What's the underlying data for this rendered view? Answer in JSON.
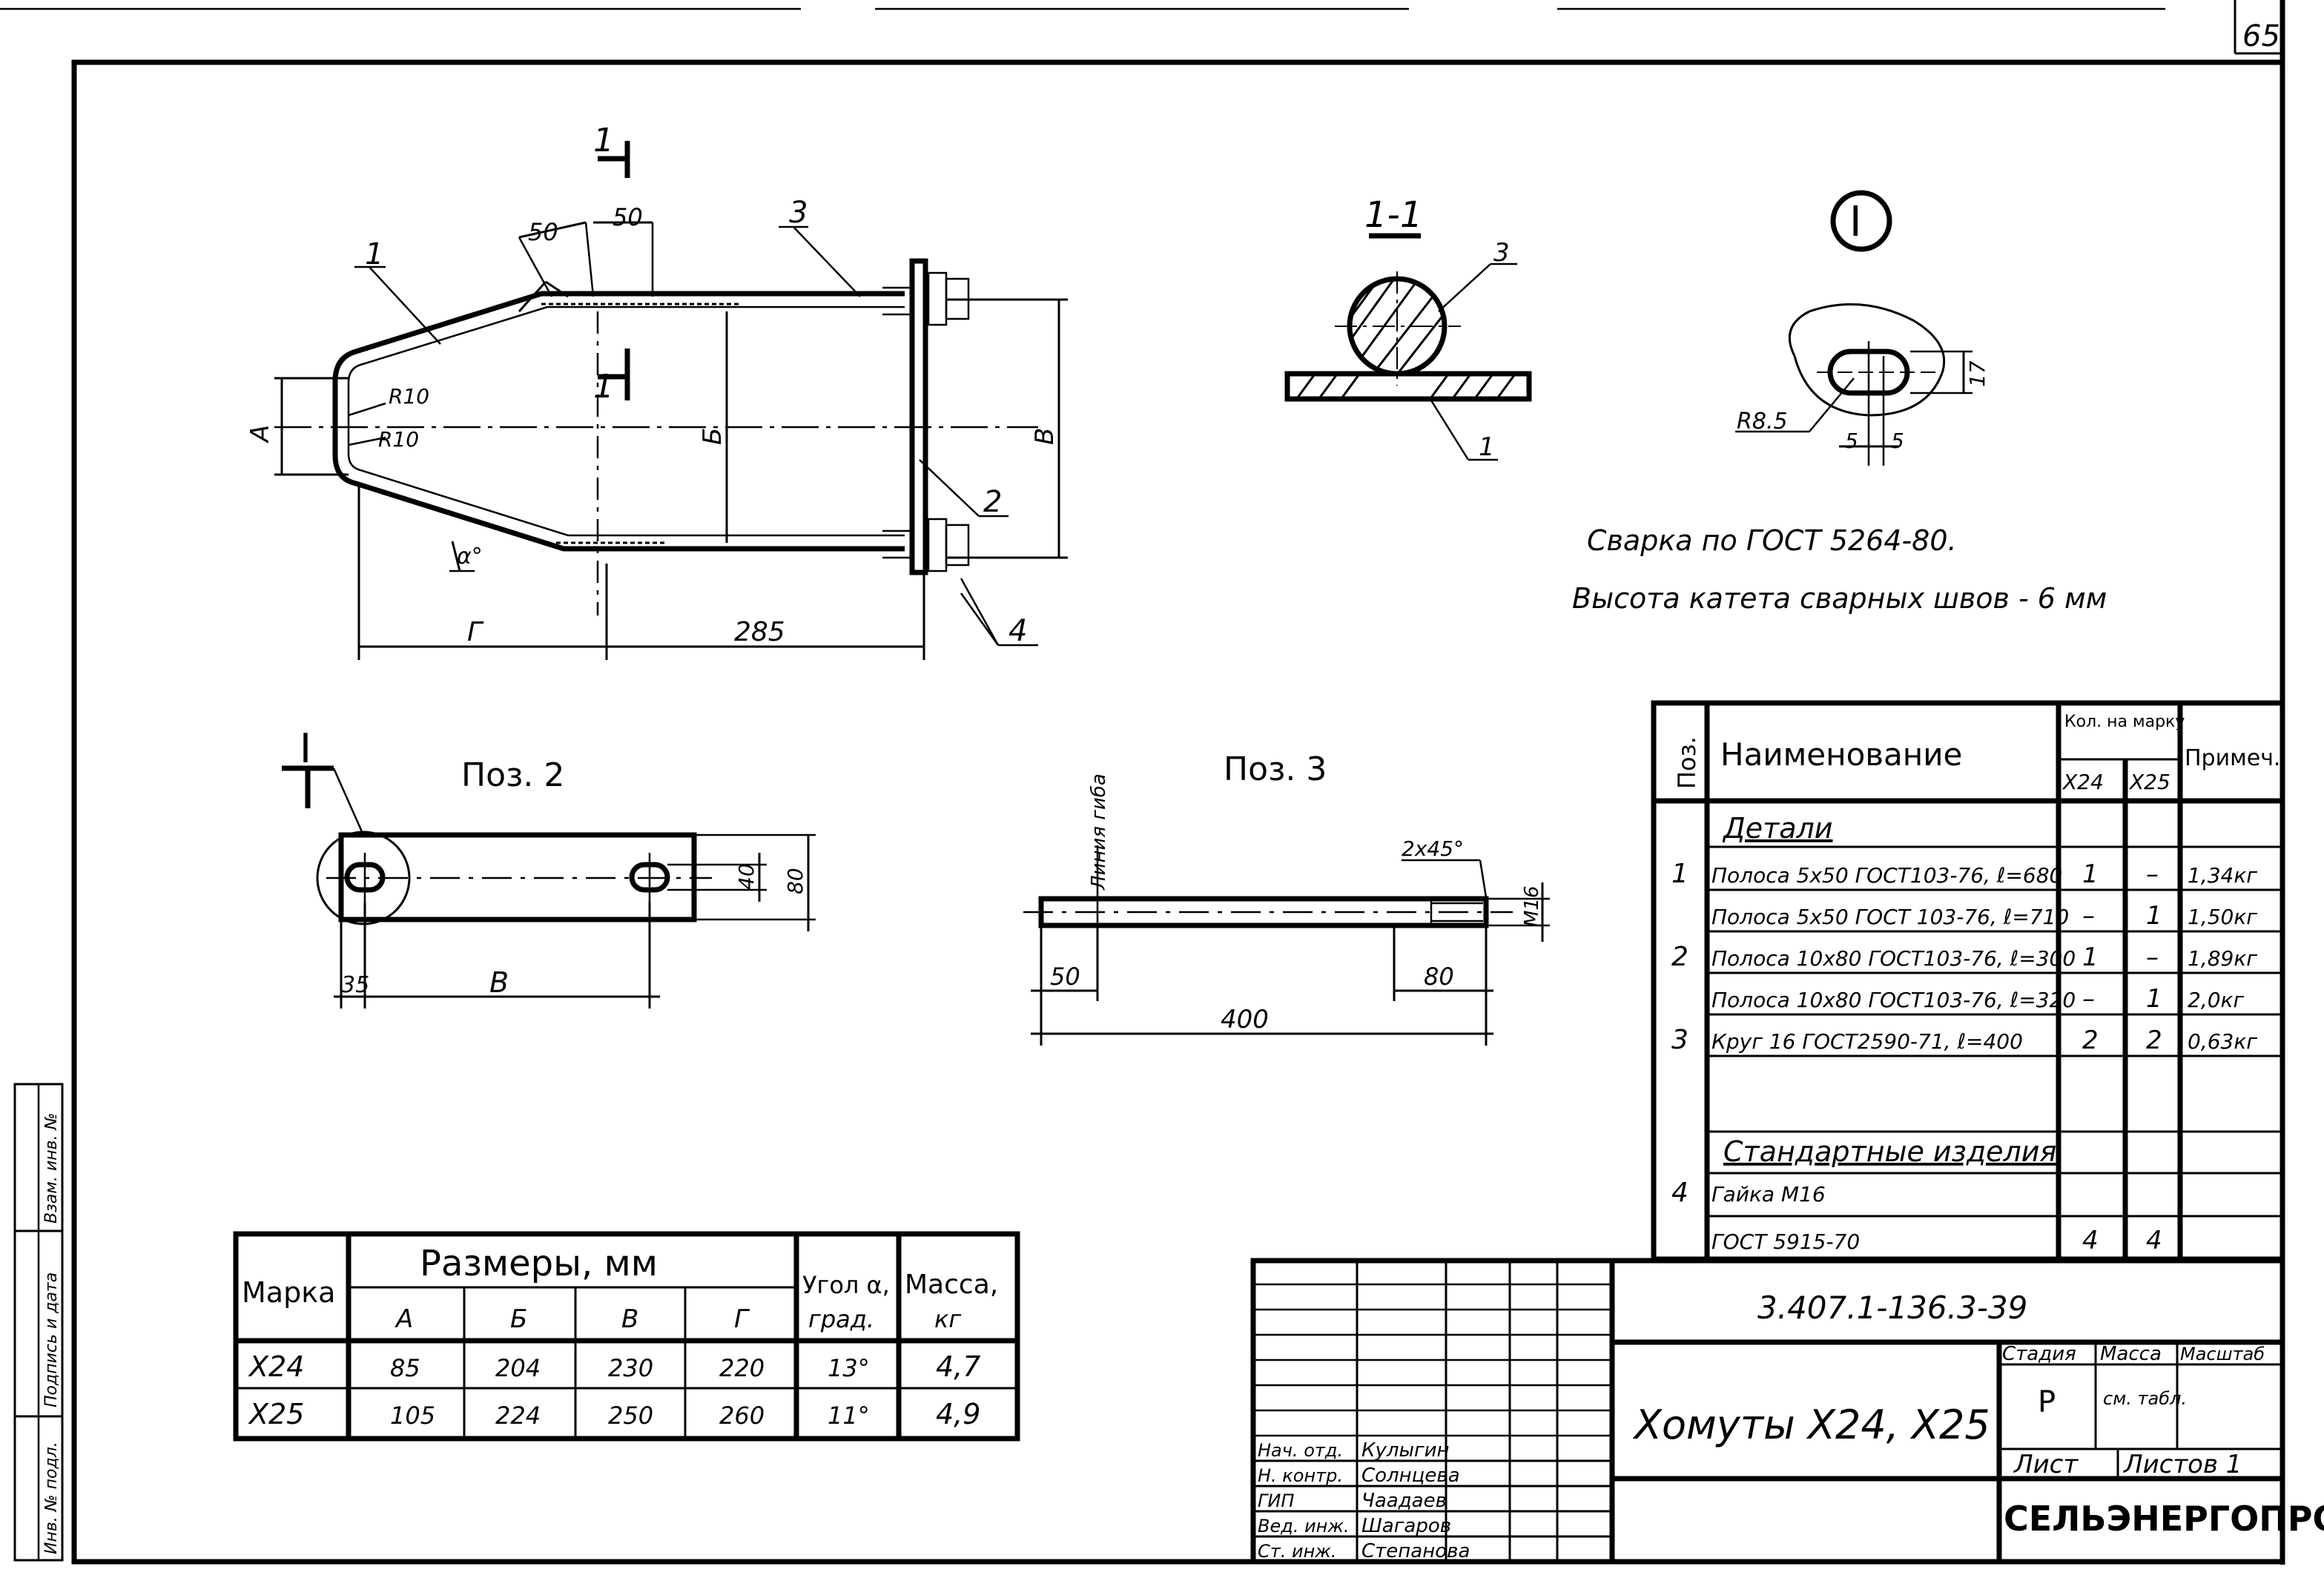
{
  "sheet_number": "65",
  "drawing": {
    "top_dims": [
      "50",
      "50"
    ],
    "section_mark": "1",
    "pos_labels": [
      "1",
      "2",
      "3",
      "4"
    ],
    "radius_labels": [
      "R10",
      "R10"
    ],
    "dim_A": "А",
    "dim_B": "Б",
    "dim_V": "В",
    "dim_G": "Г",
    "dim_285": "285",
    "angle_label": "α°"
  },
  "section_1_1": {
    "title": "1-1",
    "pos_3": "3",
    "pos_1": "1"
  },
  "detail_I": {
    "mark": "I",
    "r_label": "R8.5",
    "dim_17": "17",
    "dim_5a": "5",
    "dim_5b": "5"
  },
  "weld_notes": {
    "line1": "Сварка по ГОСТ 5264-80.",
    "line2": "Высота катета сварных швов - 6 мм"
  },
  "pos2": {
    "title": "Поз. 2",
    "mark": "I",
    "dim_35": "35",
    "dim_V": "В",
    "dim_40": "40",
    "dim_80": "80"
  },
  "pos3": {
    "title": "Поз. 3",
    "bend_line": "Линия гиба",
    "chamfer": "2х45°",
    "thread": "М16",
    "dim_50": "50",
    "dim_80": "80",
    "dim_400": "400"
  },
  "spec_table": {
    "headers": {
      "pos": "Поз.",
      "name": "Наименование",
      "qty": "Кол. на марку",
      "q1": "Х24",
      "q2": "Х25",
      "note": "Примеч."
    },
    "rows": [
      {
        "pos": "",
        "name": "Детали",
        "q1": "",
        "q2": "",
        "note": "",
        "heading": true
      },
      {
        "pos": "1",
        "name": "Полоса 5х50 ГОСТ103-76, ℓ=680",
        "q1": "1",
        "q2": "–",
        "note": "1,34кг"
      },
      {
        "pos": "",
        "name": "Полоса 5х50 ГОСТ 103-76, ℓ=710",
        "q1": "–",
        "q2": "1",
        "note": "1,50кг"
      },
      {
        "pos": "2",
        "name": "Полоса 10х80 ГОСТ103-76, ℓ=300",
        "q1": "1",
        "q2": "–",
        "note": "1,89кг"
      },
      {
        "pos": "",
        "name": "Полоса 10х80 ГОСТ103-76, ℓ=320",
        "q1": "–",
        "q2": "1",
        "note": "2,0кг"
      },
      {
        "pos": "3",
        "name": "Круг 16 ГОСТ2590-71, ℓ=400",
        "q1": "2",
        "q2": "2",
        "note": "0,63кг"
      },
      {
        "pos": "",
        "name": "",
        "q1": "",
        "q2": "",
        "note": ""
      },
      {
        "pos": "",
        "name": "Стандартные изделия",
        "q1": "",
        "q2": "",
        "note": "",
        "heading": true
      },
      {
        "pos": "4",
        "name": "Гайка М16",
        "q1": "",
        "q2": "",
        "note": ""
      },
      {
        "pos": "",
        "name": "ГОСТ 5915-70",
        "q1": "4",
        "q2": "4",
        "note": ""
      }
    ]
  },
  "size_table": {
    "h_mark": "Марка",
    "h_sizes": "Размеры, мм",
    "h_angle1": "Угол α,",
    "h_angle2": "град.",
    "h_mass1": "Масса,",
    "h_mass2": "кг",
    "cols": [
      "А",
      "Б",
      "В",
      "Г"
    ],
    "rows": [
      {
        "mark": "Х24",
        "a": "85",
        "b": "204",
        "v": "230",
        "g": "220",
        "angle": "13°",
        "mass": "4,7"
      },
      {
        "mark": "Х25",
        "a": "105",
        "b": "224",
        "v": "250",
        "g": "260",
        "angle": "11°",
        "mass": "4,9"
      }
    ]
  },
  "title_block": {
    "code": "3.407.1-136.3-39",
    "title": "Хомуты Х24, Х25",
    "stage_h": "Стадия",
    "mass_h": "Масса",
    "scale_h": "Масштаб",
    "stage": "Р",
    "mass": "см. табл.",
    "sheet_h": "Лист",
    "sheets_h": "Листов 1",
    "org": "СЕЛЬЭНЕРГОПРОЕКТ",
    "signers": [
      {
        "role": "Нач. отд.",
        "name": "Кулыгин"
      },
      {
        "role": "Н. контр.",
        "name": "Солнцева"
      },
      {
        "role": "ГИП",
        "name": "Чаадаев"
      },
      {
        "role": "Вед. инж.",
        "name": "Шагаров"
      },
      {
        "role": "Ст. инж.",
        "name": "Степанова"
      }
    ]
  },
  "side_stamp": [
    "Инв. № подл.",
    "Подпись и дата",
    "Взам. инв. №"
  ]
}
